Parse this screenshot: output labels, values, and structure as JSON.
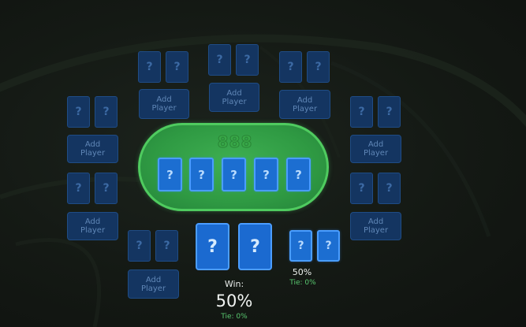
{
  "table": {
    "logo_text": "888",
    "board_cards": [
      "?",
      "?",
      "?",
      "?",
      "?"
    ]
  },
  "card_symbol": "?",
  "add_player_label": "Add\nPlayer",
  "seats": [
    {
      "id": "top-left",
      "state": "empty"
    },
    {
      "id": "top-center",
      "state": "empty"
    },
    {
      "id": "top-right",
      "state": "empty"
    },
    {
      "id": "left-upper",
      "state": "empty"
    },
    {
      "id": "left-lower",
      "state": "empty"
    },
    {
      "id": "right-upper",
      "state": "empty"
    },
    {
      "id": "right-lower",
      "state": "empty"
    },
    {
      "id": "bottom-left",
      "state": "empty"
    },
    {
      "id": "bottom-center",
      "state": "active"
    },
    {
      "id": "bottom-right",
      "state": "active"
    }
  ],
  "hero": {
    "win_label": "Win:",
    "win_pct": "50%",
    "tie_label": "Tie: 0%"
  },
  "opponent": {
    "win_pct": "50%",
    "tie_label": "Tie: 0%"
  },
  "colors": {
    "felt": "#2f9a43",
    "felt_border": "#4fcb5f",
    "card_active": "#1c6ed1",
    "card_inactive": "#143561",
    "tie_text": "#59c870"
  }
}
